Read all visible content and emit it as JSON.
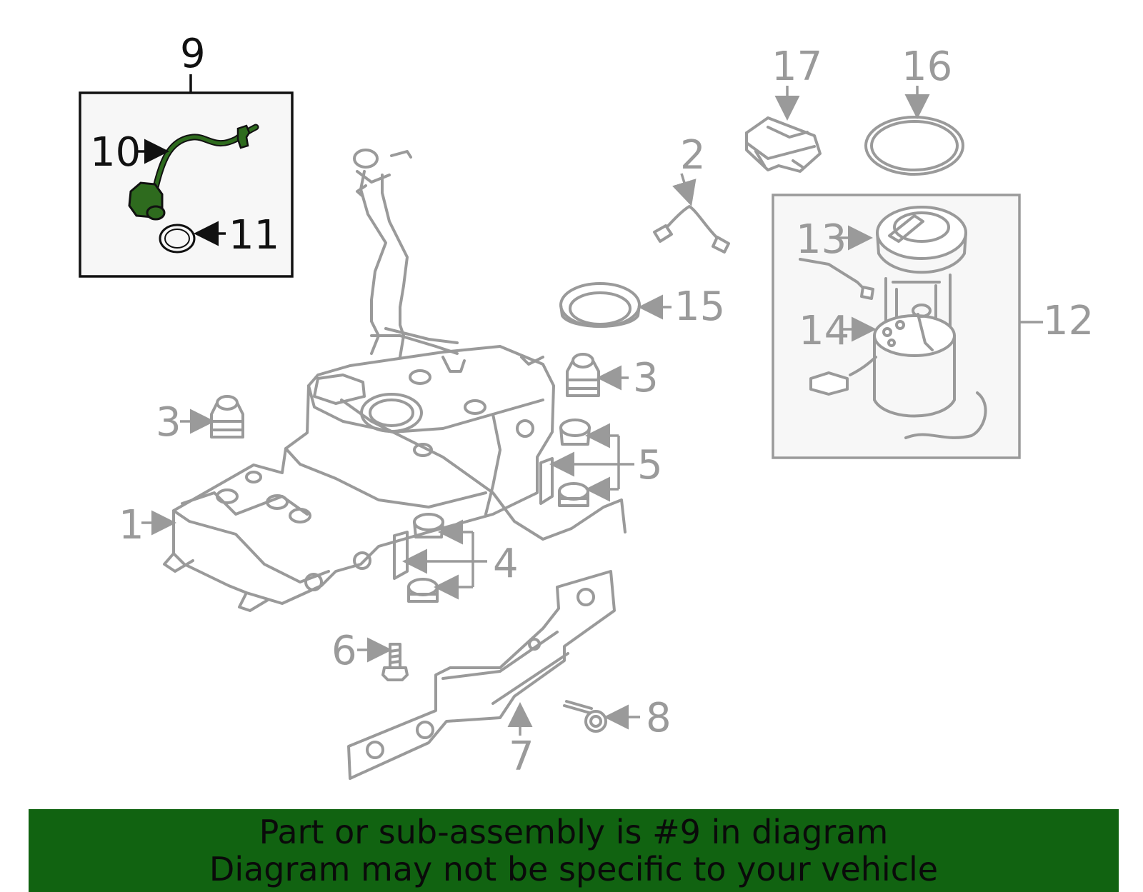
{
  "diagram": {
    "callouts": {
      "c1": "1",
      "c2": "2",
      "c3a": "3",
      "c3b": "3",
      "c4": "4",
      "c5": "5",
      "c6": "6",
      "c7": "7",
      "c8": "8",
      "c9": "9",
      "c10": "10",
      "c11": "11",
      "c12": "12",
      "c13": "13",
      "c14": "14",
      "c15": "15",
      "c16": "16",
      "c17": "17"
    },
    "colors": {
      "highlight": "#2e6b1e",
      "line": "#9a9a9a",
      "banner": "#116311",
      "panel": "#f7f7f7"
    }
  },
  "banner": {
    "line1": "Part or sub-assembly is #9 in diagram",
    "line2": "Diagram may not be specific to your vehicle"
  }
}
